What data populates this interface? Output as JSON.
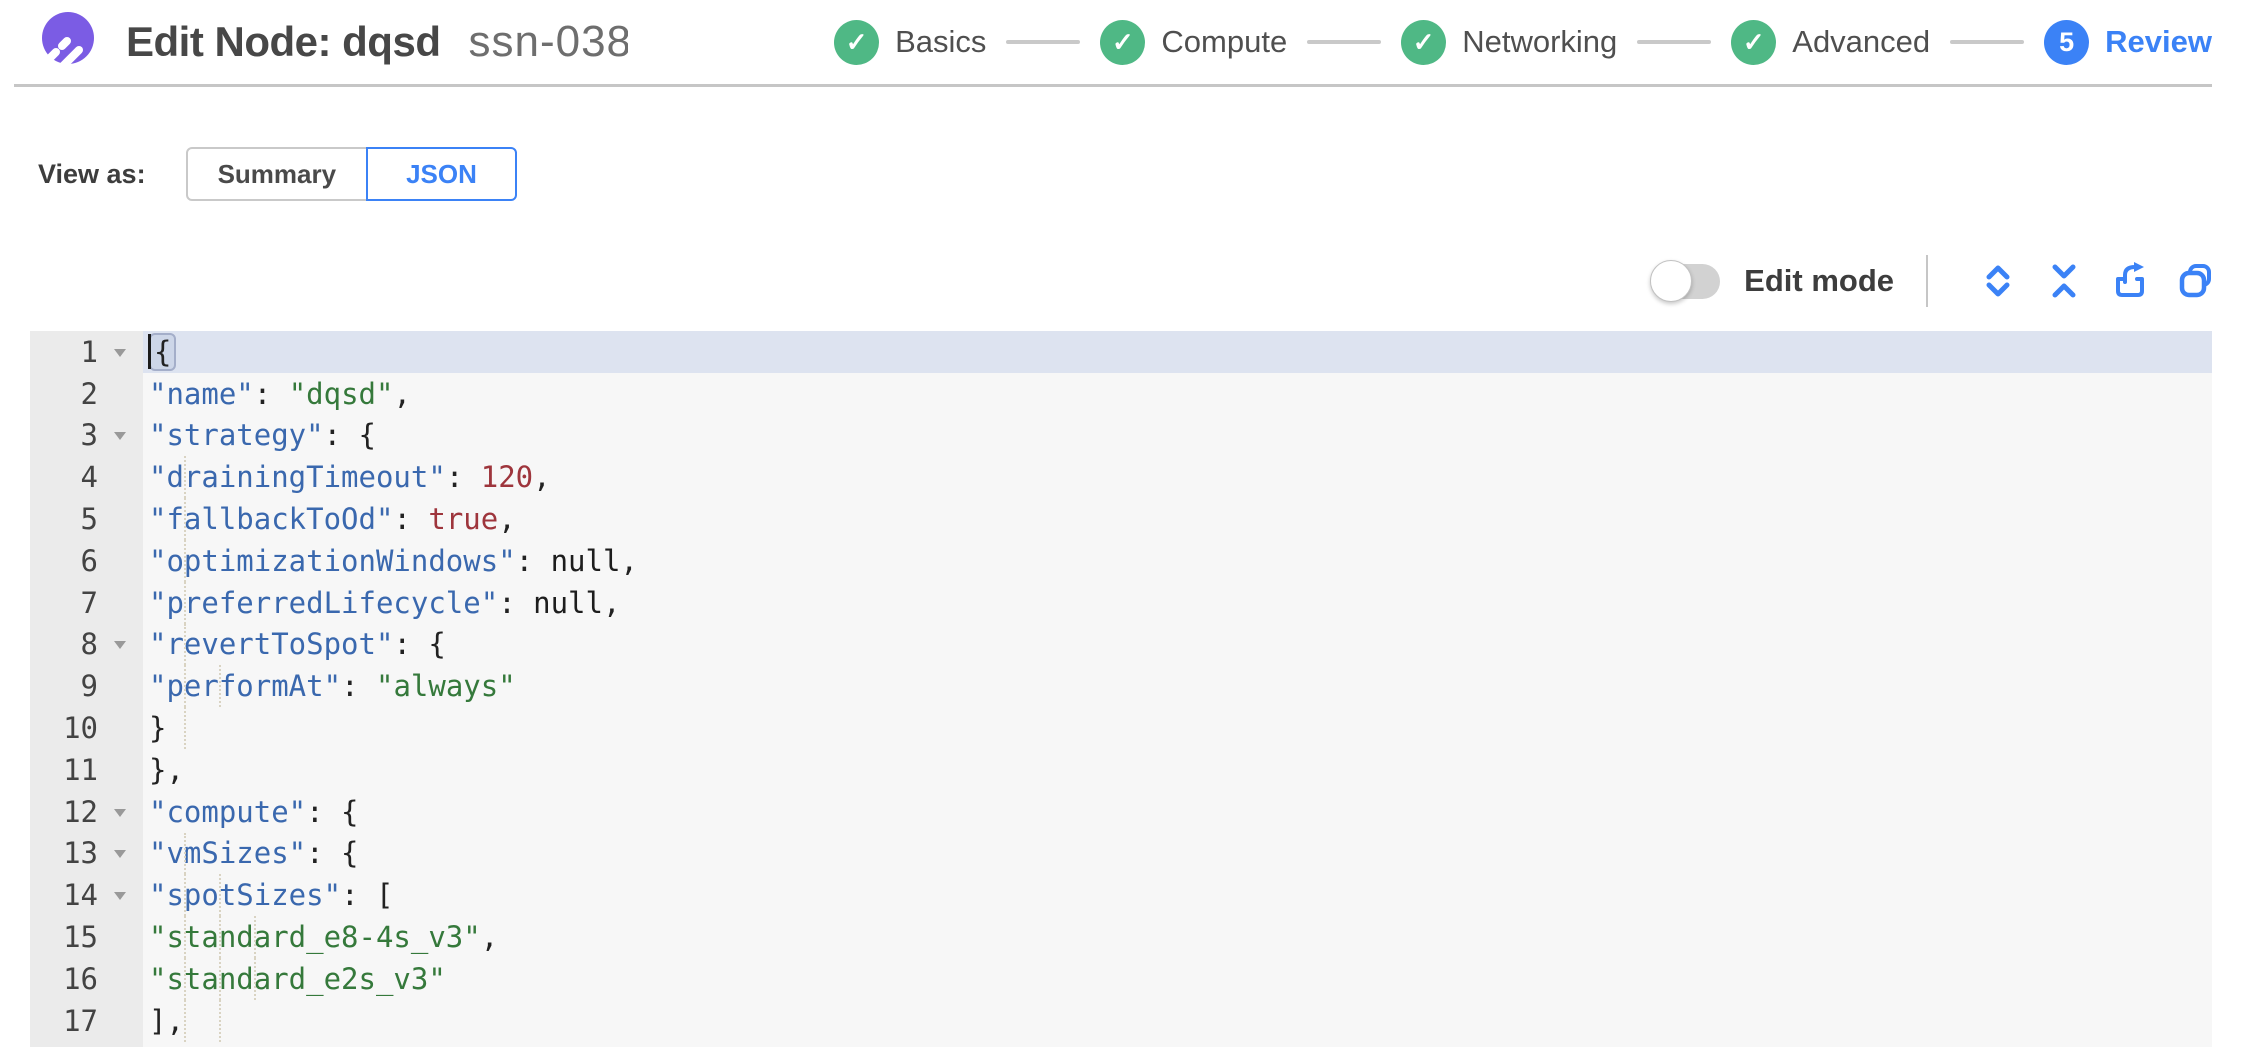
{
  "header": {
    "title": "Edit Node: dqsd",
    "subtitle": "ssn-038",
    "steps": [
      {
        "label": "Basics",
        "state": "done"
      },
      {
        "label": "Compute",
        "state": "done"
      },
      {
        "label": "Networking",
        "state": "done"
      },
      {
        "label": "Advanced",
        "state": "done"
      },
      {
        "label": "Review",
        "state": "current",
        "number": "5"
      }
    ]
  },
  "view_as": {
    "label": "View as:",
    "options": [
      {
        "label": "Summary",
        "selected": false
      },
      {
        "label": "JSON",
        "selected": true
      }
    ]
  },
  "toolbar": {
    "edit_mode_label": "Edit mode",
    "edit_mode_on": false,
    "icons": [
      "expand-all",
      "collapse-all",
      "export",
      "copy"
    ]
  },
  "editor": {
    "lines": [
      {
        "n": 1,
        "indent": 0,
        "fold": true,
        "active": true,
        "cursor": true,
        "tokens": [
          {
            "t": "brace",
            "v": "{"
          }
        ]
      },
      {
        "n": 2,
        "indent": 1,
        "tokens": [
          {
            "t": "key",
            "v": "\"name\""
          },
          {
            "t": "punc",
            "v": ": "
          },
          {
            "t": "str",
            "v": "\"dqsd\""
          },
          {
            "t": "punc",
            "v": ","
          }
        ]
      },
      {
        "n": 3,
        "indent": 1,
        "fold": true,
        "tokens": [
          {
            "t": "key",
            "v": "\"strategy\""
          },
          {
            "t": "punc",
            "v": ": {"
          }
        ]
      },
      {
        "n": 4,
        "indent": 2,
        "tokens": [
          {
            "t": "key",
            "v": "\"drainingTimeout\""
          },
          {
            "t": "punc",
            "v": ": "
          },
          {
            "t": "num",
            "v": "120"
          },
          {
            "t": "punc",
            "v": ","
          }
        ]
      },
      {
        "n": 5,
        "indent": 2,
        "tokens": [
          {
            "t": "key",
            "v": "\"fallbackToOd\""
          },
          {
            "t": "punc",
            "v": ": "
          },
          {
            "t": "num",
            "v": "true"
          },
          {
            "t": "punc",
            "v": ","
          }
        ]
      },
      {
        "n": 6,
        "indent": 2,
        "tokens": [
          {
            "t": "key",
            "v": "\"optimizationWindows\""
          },
          {
            "t": "punc",
            "v": ": "
          },
          {
            "t": "null",
            "v": "null"
          },
          {
            "t": "punc",
            "v": ","
          }
        ]
      },
      {
        "n": 7,
        "indent": 2,
        "tokens": [
          {
            "t": "key",
            "v": "\"preferredLifecycle\""
          },
          {
            "t": "punc",
            "v": ": "
          },
          {
            "t": "null",
            "v": "null"
          },
          {
            "t": "punc",
            "v": ","
          }
        ]
      },
      {
        "n": 8,
        "indent": 2,
        "fold": true,
        "tokens": [
          {
            "t": "key",
            "v": "\"revertToSpot\""
          },
          {
            "t": "punc",
            "v": ": {"
          }
        ]
      },
      {
        "n": 9,
        "indent": 3,
        "tokens": [
          {
            "t": "key",
            "v": "\"performAt\""
          },
          {
            "t": "punc",
            "v": ": "
          },
          {
            "t": "str",
            "v": "\"always\""
          }
        ]
      },
      {
        "n": 10,
        "indent": 2,
        "tokens": [
          {
            "t": "punc",
            "v": "}"
          }
        ]
      },
      {
        "n": 11,
        "indent": 1,
        "tokens": [
          {
            "t": "punc",
            "v": "},"
          }
        ]
      },
      {
        "n": 12,
        "indent": 1,
        "fold": true,
        "tokens": [
          {
            "t": "key",
            "v": "\"compute\""
          },
          {
            "t": "punc",
            "v": ": {"
          }
        ]
      },
      {
        "n": 13,
        "indent": 2,
        "fold": true,
        "tokens": [
          {
            "t": "key",
            "v": "\"vmSizes\""
          },
          {
            "t": "punc",
            "v": ": {"
          }
        ]
      },
      {
        "n": 14,
        "indent": 3,
        "fold": true,
        "tokens": [
          {
            "t": "key",
            "v": "\"spotSizes\""
          },
          {
            "t": "punc",
            "v": ": ["
          }
        ]
      },
      {
        "n": 15,
        "indent": 4,
        "tokens": [
          {
            "t": "str",
            "v": "\"standard_e8-4s_v3\""
          },
          {
            "t": "punc",
            "v": ","
          }
        ]
      },
      {
        "n": 16,
        "indent": 4,
        "tokens": [
          {
            "t": "str",
            "v": "\"standard_e2s_v3\""
          }
        ]
      },
      {
        "n": 17,
        "indent": 3,
        "tokens": [
          {
            "t": "punc",
            "v": "],"
          }
        ]
      }
    ]
  },
  "colors": {
    "accent": "#3b82f6",
    "success": "#4fb885",
    "brand": "#7b5ce4",
    "connector": "#c9c9c9",
    "editor_bg": "#f7f7f7",
    "gutter_bg": "#ebebeb",
    "active_line": "#dde3f0",
    "code_key": "#3a68ae",
    "code_string": "#35793b",
    "code_number": "#9e353c",
    "code_null": "#1d1d1d",
    "code_punct": "#222222"
  }
}
